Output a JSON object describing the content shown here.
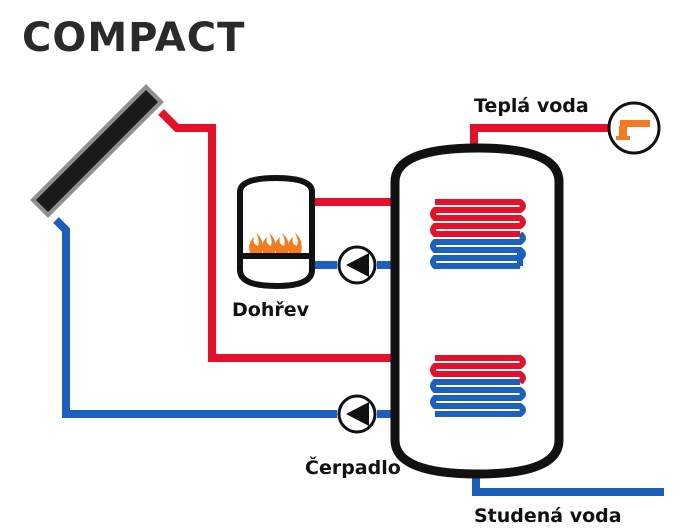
{
  "diagram": {
    "title": "COMPACT",
    "labels": {
      "hot_water": "Teplá voda",
      "aux_heater": "Dohřev",
      "pump": "Čerpadlo",
      "cold_water": "Studená voda"
    },
    "icons": [
      "solar-collector-icon",
      "boiler-icon",
      "flame-icon",
      "pump-icon",
      "faucet-icon",
      "storage-tank-icon",
      "heat-exchanger-coil-icon"
    ],
    "colors": {
      "hot": "#e5112a",
      "cold": "#1b5fbf",
      "outline": "#111111",
      "flame": "#f47b20",
      "tap": "#f47b20"
    }
  }
}
